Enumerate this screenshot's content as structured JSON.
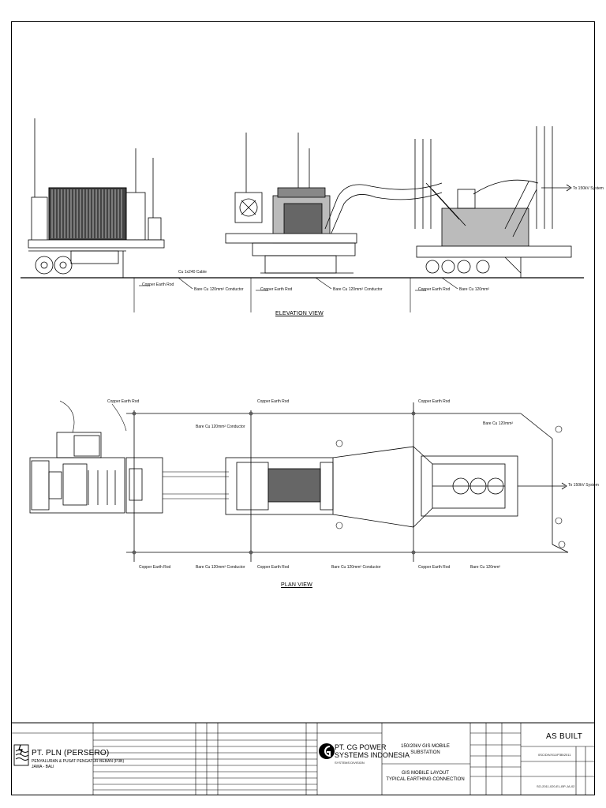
{
  "views": {
    "elevation_title": "ELEVATION VIEW",
    "plan_title": "PLAN VIEW"
  },
  "labels": {
    "mv_system": "To 150kV System",
    "grounding_rod": "Copper Earth Rod",
    "bare_cu_conductor": "Bare Cu 120mm² Conductor",
    "cu_conductor": "Bare Cu 120mm²",
    "lv_cable": "Cu 1x240 Cable"
  },
  "title_block": {
    "client_name": "PT. PLN (PERSERO)",
    "client_sub_1": "PENYALURAN & PUSAT PENGATUR BEBAN (P3B)",
    "client_sub_2": "JAWA - BALI",
    "contractor_name_1": "PT. CG POWER",
    "contractor_name_2": "SYSTEMS INDONESIA",
    "contractor_sub": "SYSTEMS DIVISION",
    "project_1": "150/20kV GIS MOBILE",
    "project_2": "SUBSTATION",
    "title_1": "GIS MOBILE LAYOUT",
    "title_2": "TYPICAL EARTHING CONNECTION",
    "status": "AS BUILT",
    "contract_no": "0SC/DIV/011/P3B/2011",
    "drawing_no": "SO-2011-020-EL-BP-JA-02"
  },
  "icons": {
    "pln_logo": "pln-logo-icon",
    "cg_logo": "cg-logo-icon"
  },
  "colors": {
    "line": "#000000",
    "background": "#ffffff"
  }
}
